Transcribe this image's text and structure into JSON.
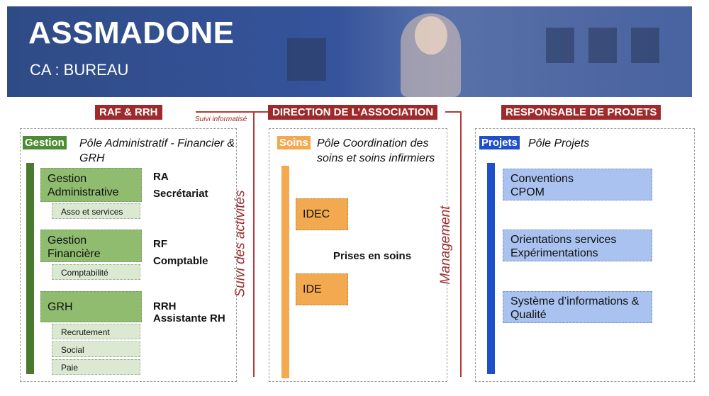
{
  "header": {
    "title": "ASSMADONE",
    "subtitle": "CA : BUREAU"
  },
  "columns": {
    "left": {
      "heading": "RAF & RRH",
      "tag": "Gestion",
      "pole": "Pôle Administratif - Financier & GRH",
      "groups": [
        {
          "label": "Gestion Administrative",
          "subs": [
            "Asso et services"
          ],
          "roles": [
            "RA",
            "Secrétariat"
          ]
        },
        {
          "label": "Gestion Financière",
          "subs": [
            "Comptabilité"
          ],
          "roles": [
            "RF",
            "Comptable"
          ]
        },
        {
          "label": "GRH",
          "subs": [
            "Recrutement",
            "Social",
            "Paie"
          ],
          "roles": [
            "RRH",
            "Assistante RH"
          ]
        }
      ]
    },
    "center": {
      "heading": "DIRECTION DE L’ASSOCIATION",
      "tag": "Soins",
      "pole": "Pôle Coordination des soins et soins infirmiers",
      "items": [
        "IDEC",
        "IDE"
      ],
      "center_label": "Prises en soins"
    },
    "right": {
      "heading": "RESPONSABLE DE PROJETS",
      "tag": "Projets",
      "pole": "Pôle Projets",
      "items": [
        "Conventions CPOM",
        "Orientations services Expérimentations",
        "Système d’informations & Qualité"
      ]
    }
  },
  "annotations": {
    "suivi_informatise": "Suivi informatisé",
    "suivi_activites": "Suivi des activités",
    "management": "Management"
  },
  "colors": {
    "banner": "#35539a",
    "header_red": "#9e2a2b",
    "green": "#8fbc6f",
    "green_dark": "#4a7a2f",
    "orange": "#f3a94f",
    "blue": "#a9c2ef",
    "blue_dark": "#1f4fc9"
  }
}
